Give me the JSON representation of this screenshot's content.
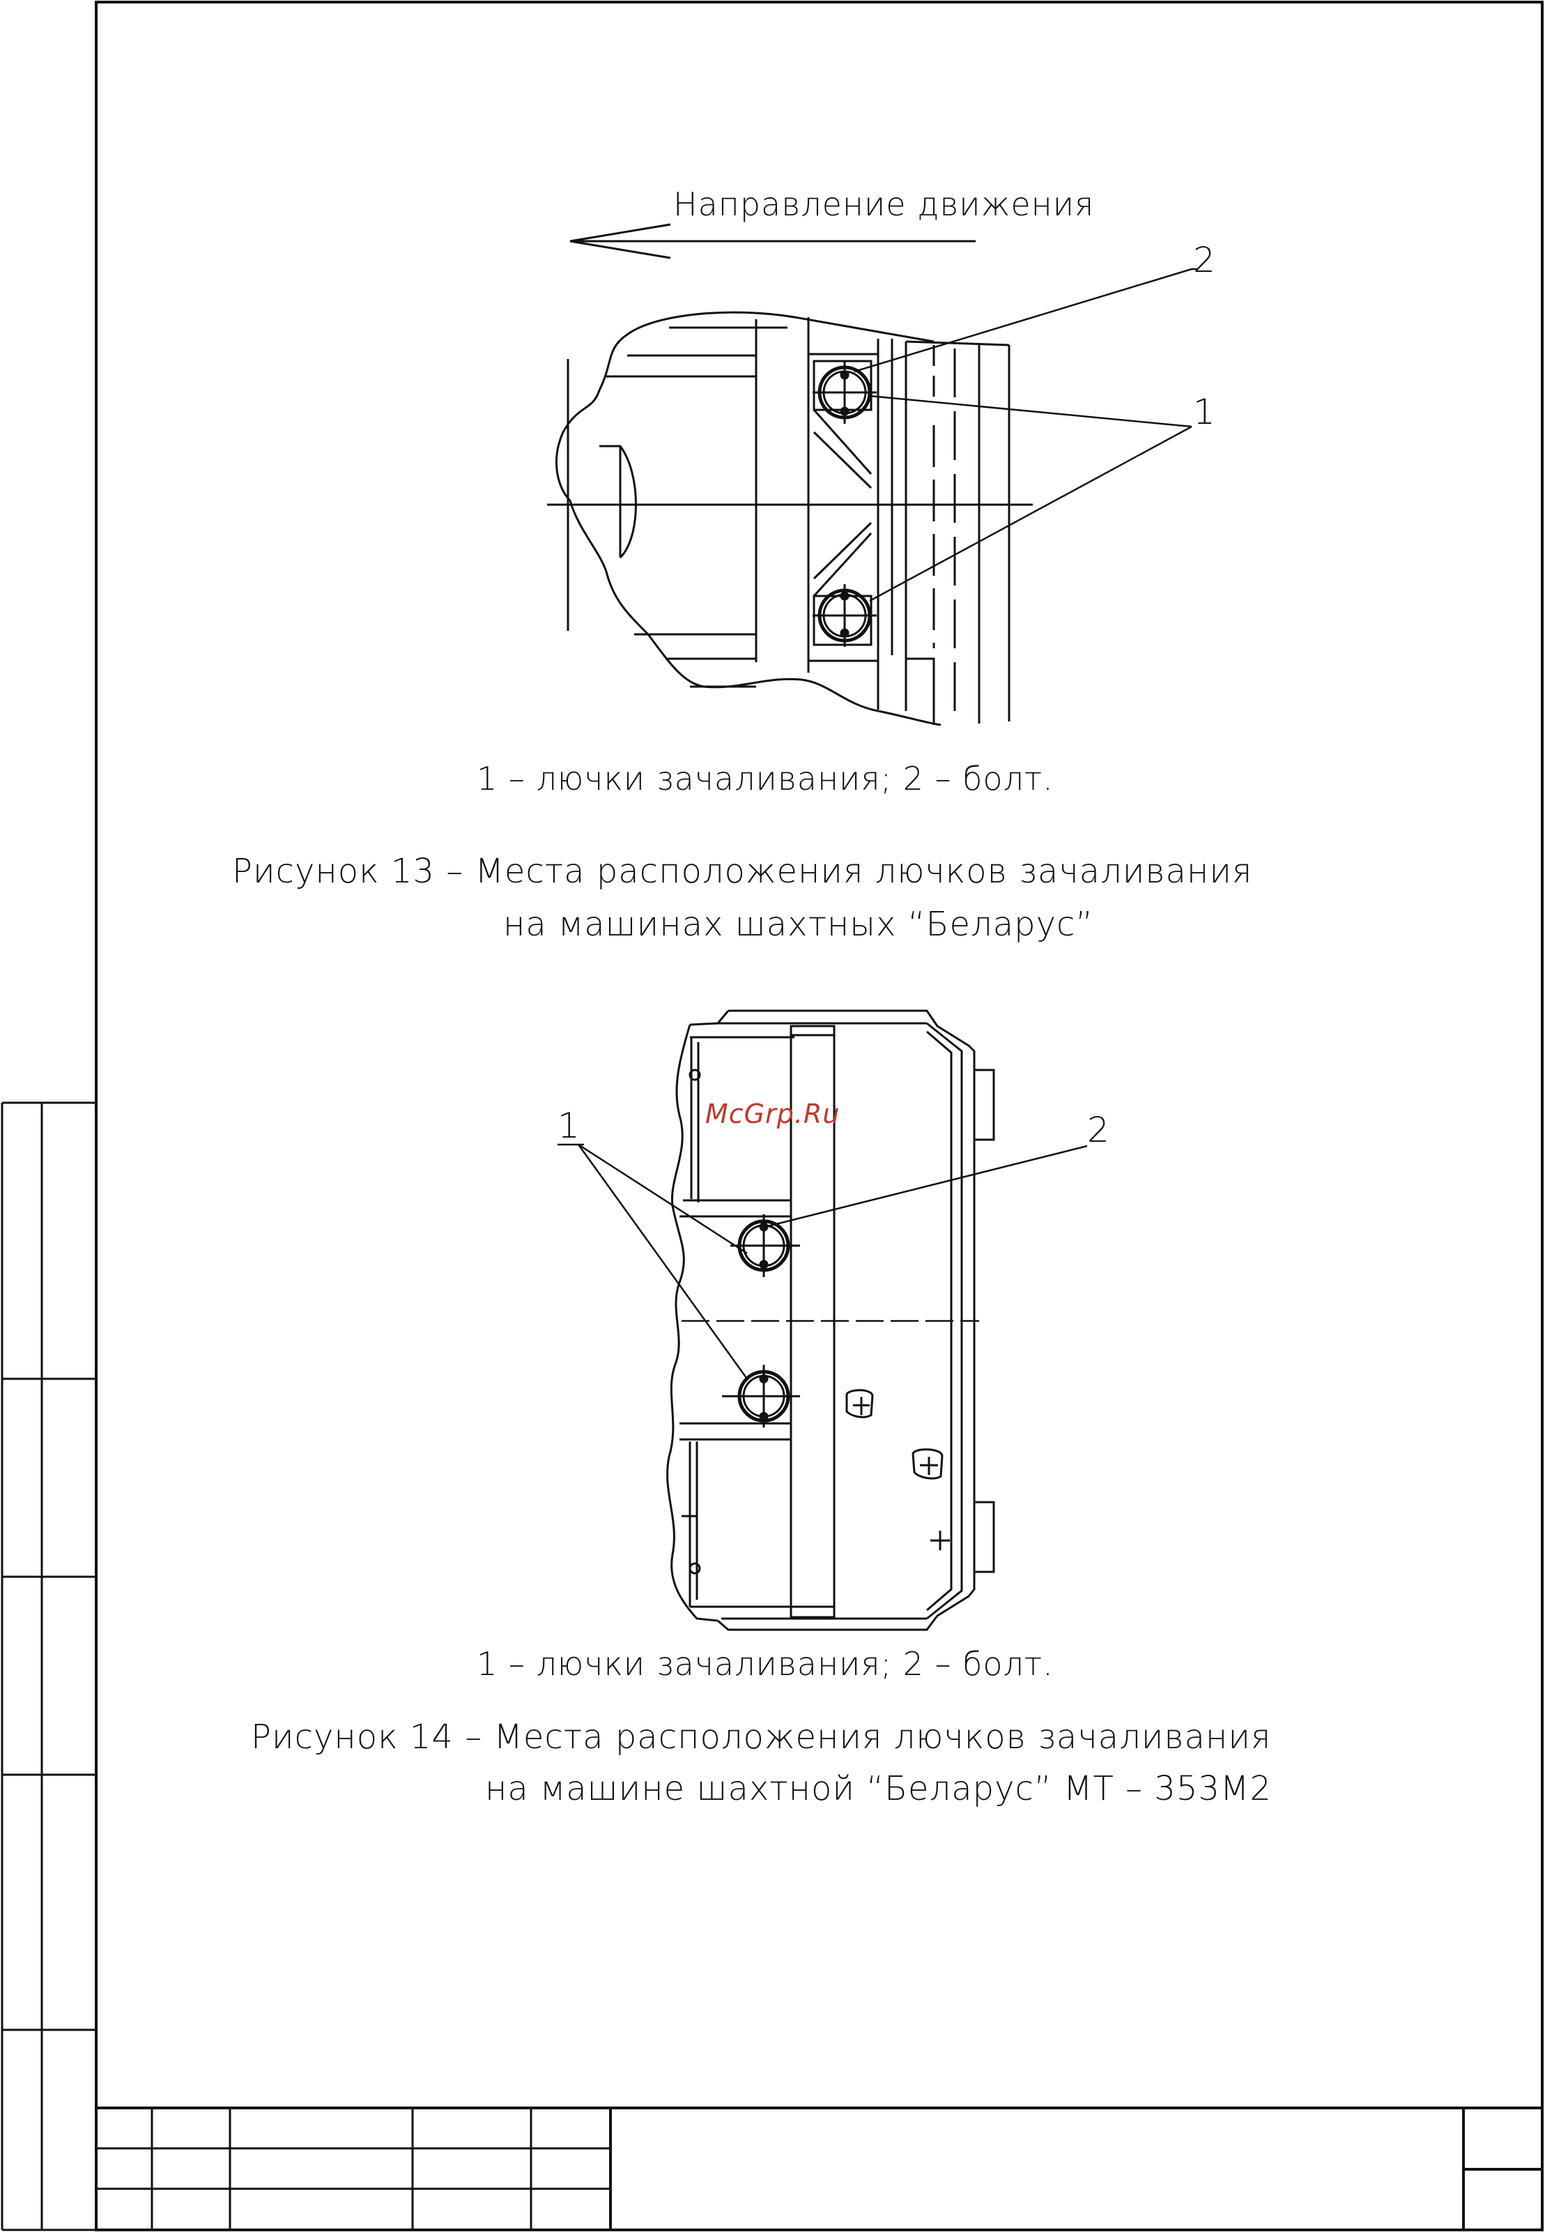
{
  "figure13": {
    "direction_label": "Направление движения",
    "callout_1": "1",
    "callout_2": "2",
    "legend": "1 – лючки зачаливания; 2 – болт.",
    "caption_line1": "Рисунок 13 – Места расположения лючков зачаливания",
    "caption_line2": "на машинах шахтных “Беларус”"
  },
  "figure14": {
    "callout_1": "1",
    "callout_2": "2",
    "watermark": "McGrp.Ru",
    "legend": "1 – лючки зачаливания; 2 – болт.",
    "caption_line1": "Рисунок 14 – Места расположения лючков зачаливания",
    "caption_line2": "на машине шахтной “Беларус” МТ – 353М2"
  },
  "colors": {
    "ink": "#111111",
    "watermark": "#c0392b",
    "paper": "#ffffff"
  }
}
